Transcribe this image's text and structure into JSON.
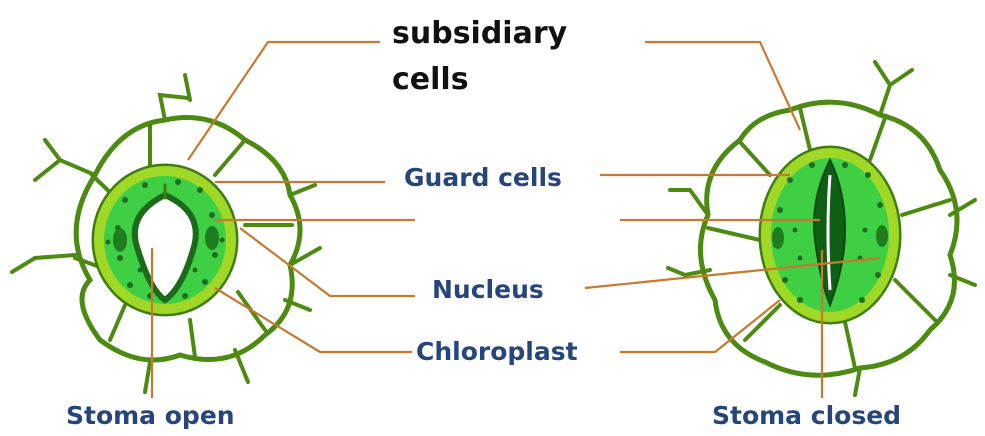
{
  "labels": {
    "subsidiary_cells_line1": "subsidiary",
    "subsidiary_cells_line2": "cells",
    "guard_cells": "Guard cells",
    "nucleus": "Nucleus",
    "chloroplast": "Chloroplast",
    "stoma_open": "Stoma open",
    "stoma_closed": "Stoma closed"
  },
  "colors": {
    "label_text": "#25467d",
    "leader_line": "#c9782e",
    "cell_wall": "#4c8a12",
    "guard_cell_fill": "#3fcf45",
    "guard_cell_rim": "#9fd826",
    "chloroplast": "#1f6e1f"
  }
}
